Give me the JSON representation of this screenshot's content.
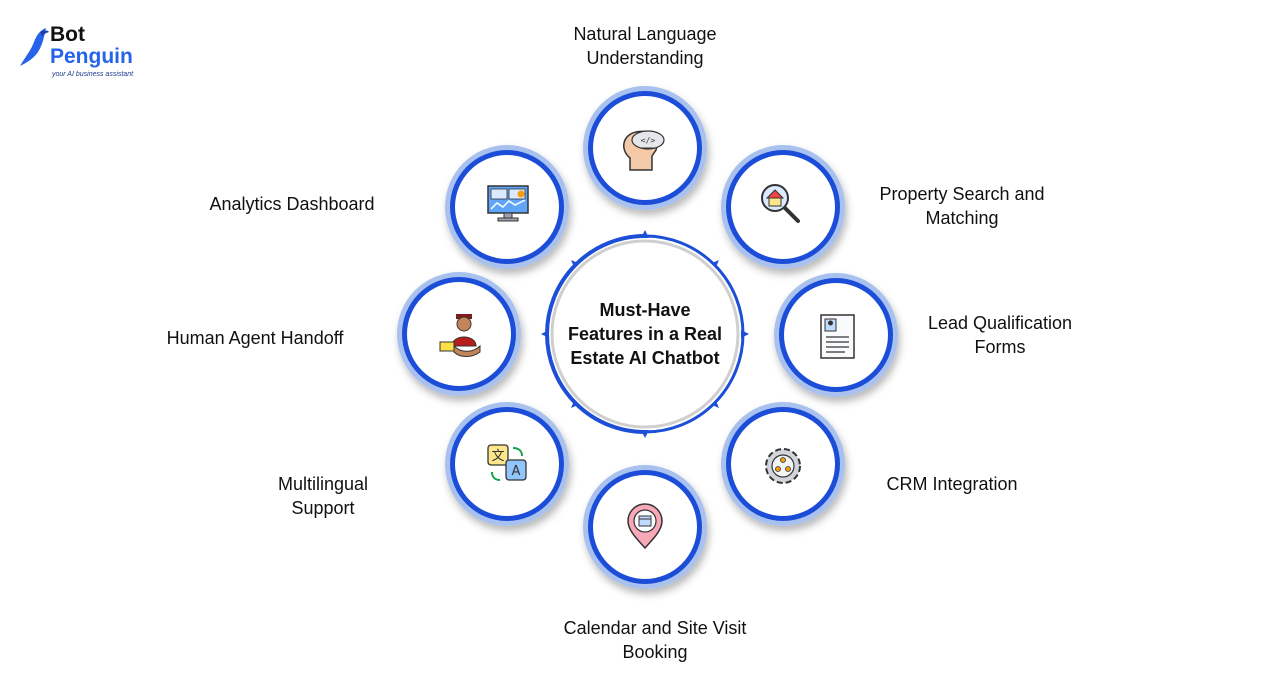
{
  "brand": {
    "name_top": "Bot",
    "name_bottom": "Penguin",
    "tagline": "your AI business assistant",
    "accent": "#2563eb"
  },
  "center": {
    "line1": "Must-Have",
    "line2": "Features in a Real",
    "line3": "Estate AI Chatbot"
  },
  "features": [
    {
      "icon": "brain-code-icon",
      "line1": "Natural Language",
      "line2": "Understanding"
    },
    {
      "icon": "house-search-icon",
      "line1": "Property Search and",
      "line2": "Matching"
    },
    {
      "icon": "form-checklist-icon",
      "line1": "Lead Qualification",
      "line2": "Forms"
    },
    {
      "icon": "gear-people-icon",
      "line1": "CRM Integration",
      "line2": ""
    },
    {
      "icon": "location-calendar-icon",
      "line1": "Calendar and Site Visit",
      "line2": "Booking"
    },
    {
      "icon": "translate-icon",
      "line1": "Multilingual",
      "line2": "Support"
    },
    {
      "icon": "agent-handoff-icon",
      "line1": "Human Agent Handoff",
      "line2": ""
    },
    {
      "icon": "analytics-monitor-icon",
      "line1": "Analytics Dashboard",
      "line2": ""
    }
  ],
  "colors": {
    "ring_dark": "#1d4ed8",
    "ring_light": "#a9c1ee",
    "center_border": "#c8c8c8"
  }
}
